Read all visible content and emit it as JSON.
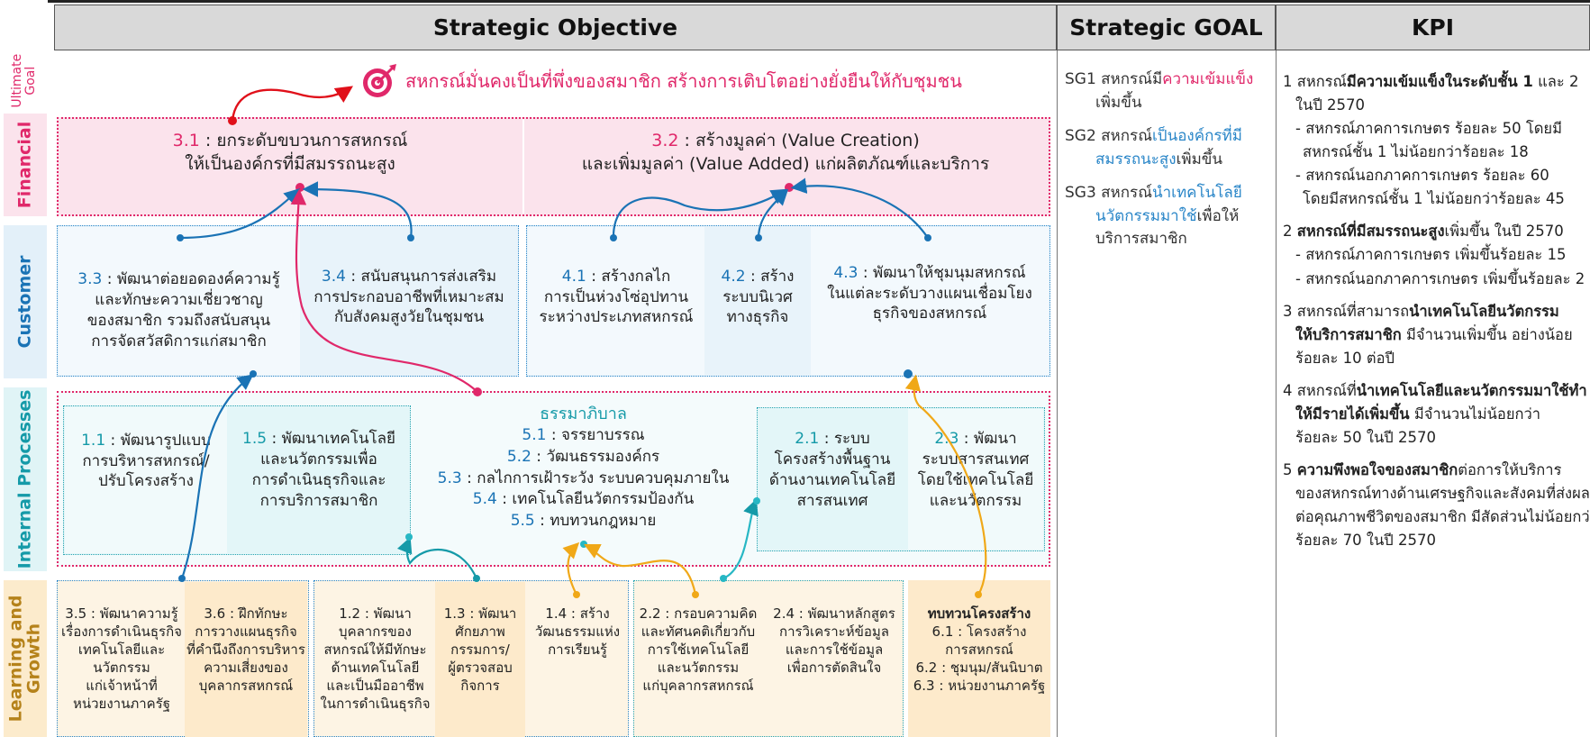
{
  "headers": {
    "objective": "Strategic Objective",
    "goal": "Strategic GOAL",
    "kpi": "KPI"
  },
  "perspectives": {
    "ultimate_goal": "Ultimate\nGoal",
    "financial": "Financial",
    "customer": "Customer",
    "internal": "Internal Processes",
    "learning": "Learning and\nGrowth"
  },
  "ultimate": {
    "icon": "target-icon",
    "text": "สหกรณ์มั่นคงเป็นที่พึ่งของสมาชิก สร้างการเติบโตอย่างยั่งยืนให้กับชุมชน"
  },
  "financial": {
    "o31": {
      "num": "3.1",
      "text1": " : ยกระดับขบวนการสหกรณ์",
      "text2": "ให้เป็นองค์กรที่มีสมรรถนะสูง"
    },
    "o32": {
      "num": "3.2",
      "text1": " : สร้างมูลค่า (Value Creation)",
      "text2": "และเพิ่มมูลค่า (Value Added) แก่ผลิตภัณฑ์และบริการ"
    }
  },
  "customer": {
    "o33": {
      "num": "3.3",
      "text1": " : พัฒนาต่อยอดองค์ความรู้",
      "lines": [
        "และทักษะความเชี่ยวชาญ",
        "ของสมาชิก รวมถึงสนับสนุน",
        "การจัดสวัสดิการแก่สมาชิก"
      ]
    },
    "o34": {
      "num": "3.4",
      "text1": " : สนับสนุนการส่งเสริม",
      "lines": [
        "การประกอบอาชีพที่เหมาะสม",
        "กับสังคมสูงวัยในชุมชน"
      ]
    },
    "o41": {
      "num": "4.1",
      "text1": " : สร้างกลไก",
      "lines": [
        "การเป็นห่วงโซ่อุปทาน",
        "ระหว่างประเภทสหกรณ์"
      ]
    },
    "o42": {
      "num": "4.2",
      "text1": " : สร้าง",
      "lines": [
        "ระบบนิเวศ",
        "ทางธุรกิจ"
      ]
    },
    "o43": {
      "num": "4.3",
      "text1": " : พัฒนาให้ชุมนุมสหกรณ์",
      "lines": [
        "ในแต่ละระดับวางแผนเชื่อมโยง",
        "ธุรกิจของสหกรณ์"
      ]
    }
  },
  "internal": {
    "o11": {
      "num": "1.1",
      "text1": " : พัฒนารูปแบบ",
      "lines": [
        "การบริหารสหกรณ์/",
        "ปรับโครงสร้าง"
      ]
    },
    "o15": {
      "num": "1.5",
      "text1": " : พัฒนาเทคโนโลยี",
      "lines": [
        "และนวัตกรรมเพื่อ",
        "การดำเนินธุรกิจและ",
        "การบริการสมาชิก"
      ]
    },
    "gov": {
      "title": "ธรรมาภิบาล",
      "items": [
        {
          "num": "5.1",
          "text": " : จรรยาบรรณ"
        },
        {
          "num": "5.2",
          "text": " : วัฒนธรรมองค์กร"
        },
        {
          "num": "5.3",
          "text": " : กลไกการเฝ้าระวัง ระบบควบคุมภายใน"
        },
        {
          "num": "5.4",
          "text": " : เทคโนโลยีนวัตกรรมป้องกัน"
        },
        {
          "num": "5.5",
          "text": " : ทบทวนกฎหมาย"
        }
      ]
    },
    "o21": {
      "num": "2.1",
      "text1": " : ระบบ",
      "lines": [
        "โครงสร้างพื้นฐาน",
        "ด้านงานเทคโนโลยี",
        "สารสนเทศ"
      ]
    },
    "o23": {
      "num": "2.3",
      "text1": " : พัฒนา",
      "lines": [
        "ระบบสารสนเทศ",
        "โดยใช้เทคโนโลยี",
        "และนวัตกรรม"
      ]
    }
  },
  "learning": {
    "o35": {
      "num": "3.5",
      "text1": " : พัฒนาความรู้",
      "lines": [
        "เรื่องการดำเนินธุรกิจ",
        "เทคโนโลยีและ",
        "นวัตกรรม",
        "แก่เจ้าหน้าที่",
        "หน่วยงานภาครัฐ"
      ]
    },
    "o36": {
      "num": "3.6",
      "text1": " : ฝึกทักษะ",
      "lines": [
        "การวางแผนธุรกิจ",
        "ที่คำนึงถึงการบริหาร",
        "ความเสี่ยงของ",
        "บุคลากรสหกรณ์"
      ]
    },
    "o12": {
      "num": "1.2",
      "text1": " : พัฒนา",
      "lines": [
        "บุคลากรของ",
        "สหกรณ์ให้มีทักษะ",
        "ด้านเทคโนโลยี",
        "และเป็นมืออาชีพ",
        "ในการดำเนินธุรกิจ"
      ]
    },
    "o13": {
      "num": "1.3",
      "text1": " : พัฒนา",
      "lines": [
        "ศักยภาพ",
        "กรรมการ/",
        "ผู้ตรวจสอบ",
        "กิจการ"
      ]
    },
    "o14": {
      "num": "1.4",
      "text1": " : สร้าง",
      "lines": [
        "วัฒนธรรมแห่ง",
        "การเรียนรู้"
      ]
    },
    "o22": {
      "num": "2.2",
      "text1": " : กรอบความคิด",
      "lines": [
        "และทัศนคติเกี่ยวกับ",
        "การใช้เทคโนโลยี",
        "และนวัตกรรม",
        "แก่บุคลากรสหกรณ์"
      ]
    },
    "o24": {
      "num": "2.4",
      "text1": " : พัฒนาหลักสูตร",
      "lines": [
        "การวิเคราะห์ข้อมูล",
        "และการใช้ข้อมูล",
        "เพื่อการตัดสินใจ"
      ]
    },
    "o6": {
      "title": "ทบทวนโครงสร้าง",
      "items": [
        {
          "num": "6.1",
          "text": " : โครงสร้าง"
        },
        {
          "num": "",
          "text": "การสหกรณ์"
        },
        {
          "num": "6.2",
          "text": " : ชุมนุม/สันนิบาต"
        },
        {
          "num": "6.3",
          "text": " : หน่วยงานภาครัฐ"
        }
      ]
    }
  },
  "goals": [
    {
      "code": "SG1",
      "pre": " สหกรณ์มี",
      "hl": "ความเข้มแข็ง",
      "post": "",
      "cont": "เพิ่มขึ้น",
      "color": "#e0286a"
    },
    {
      "code": "SG2",
      "pre": " สหกรณ์",
      "hl": "เป็นองค์กรที่มี",
      "post": "",
      "cont_hl": "สมรรถนะสูง",
      "cont": "เพิ่มขึ้น",
      "color": "#2a86c8"
    },
    {
      "code": "SG3",
      "pre": " สหกรณ์",
      "hl": "นำเทคโนโลยี",
      "post": "",
      "cont_hl": "นวัตกรรมมาใช้",
      "cont": "เพื่อให้",
      "cont2": "บริการสมาชิก",
      "color": "#2a86c8"
    }
  ],
  "kpis": {
    "k1": {
      "a": "1 สหกรณ์",
      "b": "มีความเข้มแข็งในระดับชั้น 1",
      "c": " และ 2",
      "d": "ในปี 2570",
      "s1": "- สหกรณ์ภาคการเกษตร ร้อยละ 50 โดยมี",
      "s1b": "สหกรณ์ชั้น 1 ไม่น้อยกว่าร้อยละ 18",
      "s2": "- สหกรณ์นอกภาคการเกษตร ร้อยละ 60",
      "s2b": "โดยมีสหกรณ์ชั้น 1 ไม่น้อยกว่าร้อยละ 45"
    },
    "k2": {
      "a": "2 ",
      "b": "สหกรณ์ที่มีสมรรถนะสูง",
      "c": "เพิ่มขึ้น ในปี 2570",
      "s1": "- สหกรณ์ภาคการเกษตร เพิ่มขึ้นร้อยละ 15",
      "s2": "- สหกรณ์นอกภาคการเกษตร เพิ่มขึ้นร้อยละ 2"
    },
    "k3": {
      "a": "3 สหกรณ์ที่สามารถ",
      "b": "นำเทคโนโลยีนวัตกรรม",
      "b2": "ให้บริการสมาชิก",
      "c": " มีจำนวนเพิ่มขึ้น อย่างน้อย",
      "d": "ร้อยละ 10 ต่อปี"
    },
    "k4": {
      "a": "4 สหกรณ์ที่",
      "b": "นำเทคโนโลยีและนวัตกรรมมาใช้ทำ",
      "b2": "ให้มีรายได้เพิ่มขึ้น",
      "c": " มีจำนวนไม่น้อยกว่า",
      "d": "ร้อยละ 50  ในปี 2570"
    },
    "k5": {
      "a": "5 ",
      "b": "ความพึงพอใจของสมาชิก",
      "c": "ต่อการให้บริการ",
      "l2": "ของสหกรณ์ทางด้านเศรษฐกิจและสังคมที่ส่งผล",
      "l3": "ต่อคุณภาพชีวิตของสมาชิก มีสัดส่วนไม่น้อยกว่า",
      "d": "ร้อยละ 70 ในปี 2570"
    }
  },
  "colors": {
    "header_bg": "#d9d9d9",
    "ultimate_red": "#e0286a",
    "financial_bg": "#fbe3ec",
    "customer_bg": "#e8f3fa",
    "internal_bg": "#e3f6f8",
    "learning_bg": "#fdf1dc",
    "blue": "#1a73b5",
    "teal": "#159aa8",
    "orange": "#f0a818"
  }
}
